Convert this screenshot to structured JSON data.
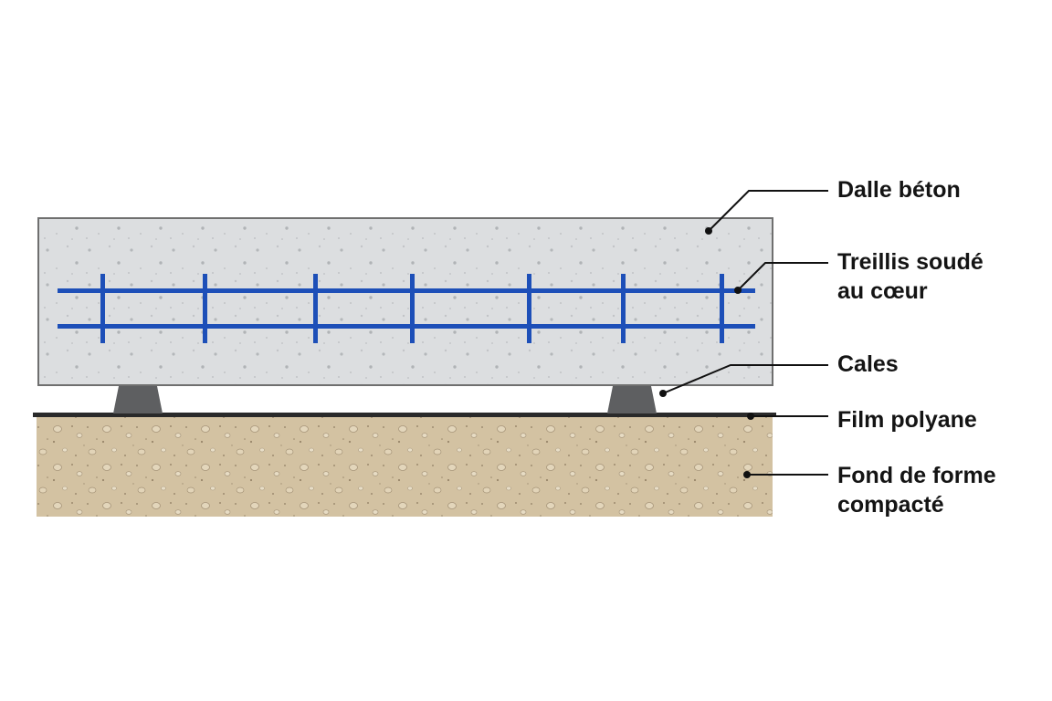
{
  "diagram": {
    "labels": {
      "slab": "Dalle béton",
      "mesh_line1": "Treillis soudé",
      "mesh_line2": "au cœur",
      "spacers": "Cales",
      "film": "Film polyane",
      "subgrade_line1": "Fond de forme",
      "subgrade_line2": "compacté"
    },
    "colors": {
      "concrete": "#dcdee0",
      "concrete_border": "#6f6f6f",
      "rebar": "#1d4fb8",
      "spacer": "#5e5f61",
      "film": "#2a2a2a",
      "soil": "#d3c2a2",
      "leader": "#111111"
    }
  }
}
